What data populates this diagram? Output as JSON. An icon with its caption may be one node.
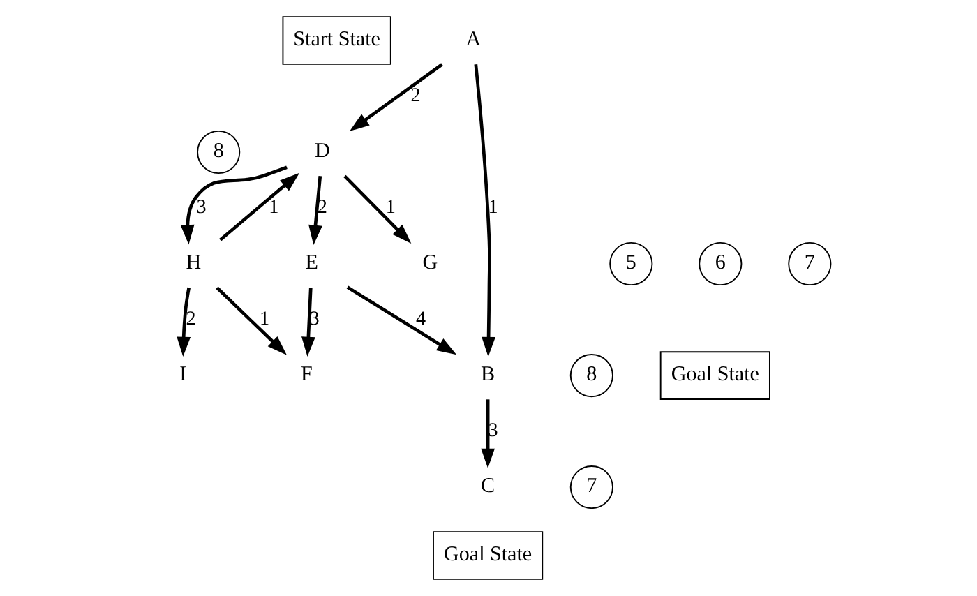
{
  "diagram": {
    "nodes": [
      {
        "text": [
          "Start State"
        ]
      },
      {
        "text": [
          "8"
        ]
      },
      {
        "text": [
          "A"
        ]
      },
      {
        "text": [
          "D"
        ]
      },
      {
        "text": [
          "8"
        ]
      },
      {
        "text": [
          "B"
        ]
      },
      {
        "text": [
          "5"
        ]
      },
      {
        "text": [
          "H"
        ]
      },
      {
        "text": [
          "6"
        ]
      },
      {
        "text": [
          "E"
        ]
      },
      {
        "text": [
          "G"
        ]
      },
      {
        "text": [
          "7"
        ]
      },
      {
        "text": [
          "C"
        ]
      },
      {
        "text": [
          "7"
        ]
      },
      {
        "text": [
          "I"
        ]
      },
      {
        "text": [
          "F"
        ]
      },
      {
        "text": [
          "Goal State"
        ]
      },
      {
        "text": [
          "Goal State"
        ]
      }
    ],
    "edges": [
      {
        "from": 2,
        "to": 5,
        "arrow": "to",
        "label": "1"
      },
      {
        "from": 2,
        "to": 3,
        "arrow": "to",
        "label": "2"
      },
      {
        "from": 5,
        "to": 12,
        "arrow": "to",
        "label": "3"
      },
      {
        "from": 9,
        "to": 5,
        "arrow": "to",
        "label": "4"
      },
      {
        "from": 3,
        "to": 9,
        "arrow": "to",
        "label": "2"
      },
      {
        "from": 3,
        "to": 10,
        "arrow": "to",
        "label": "1"
      },
      {
        "from": 3,
        "to": 7,
        "arrow": "to",
        "label": "3"
      },
      {
        "from": 7,
        "to": 3,
        "arrow": "to",
        "label": "1"
      },
      {
        "from": 7,
        "to": 14,
        "arrow": "to",
        "label": "2"
      },
      {
        "from": 9,
        "to": 15,
        "arrow": "to",
        "label": "3"
      },
      {
        "from": 7,
        "to": 15,
        "arrow": "to",
        "label": "1"
      }
    ]
  }
}
